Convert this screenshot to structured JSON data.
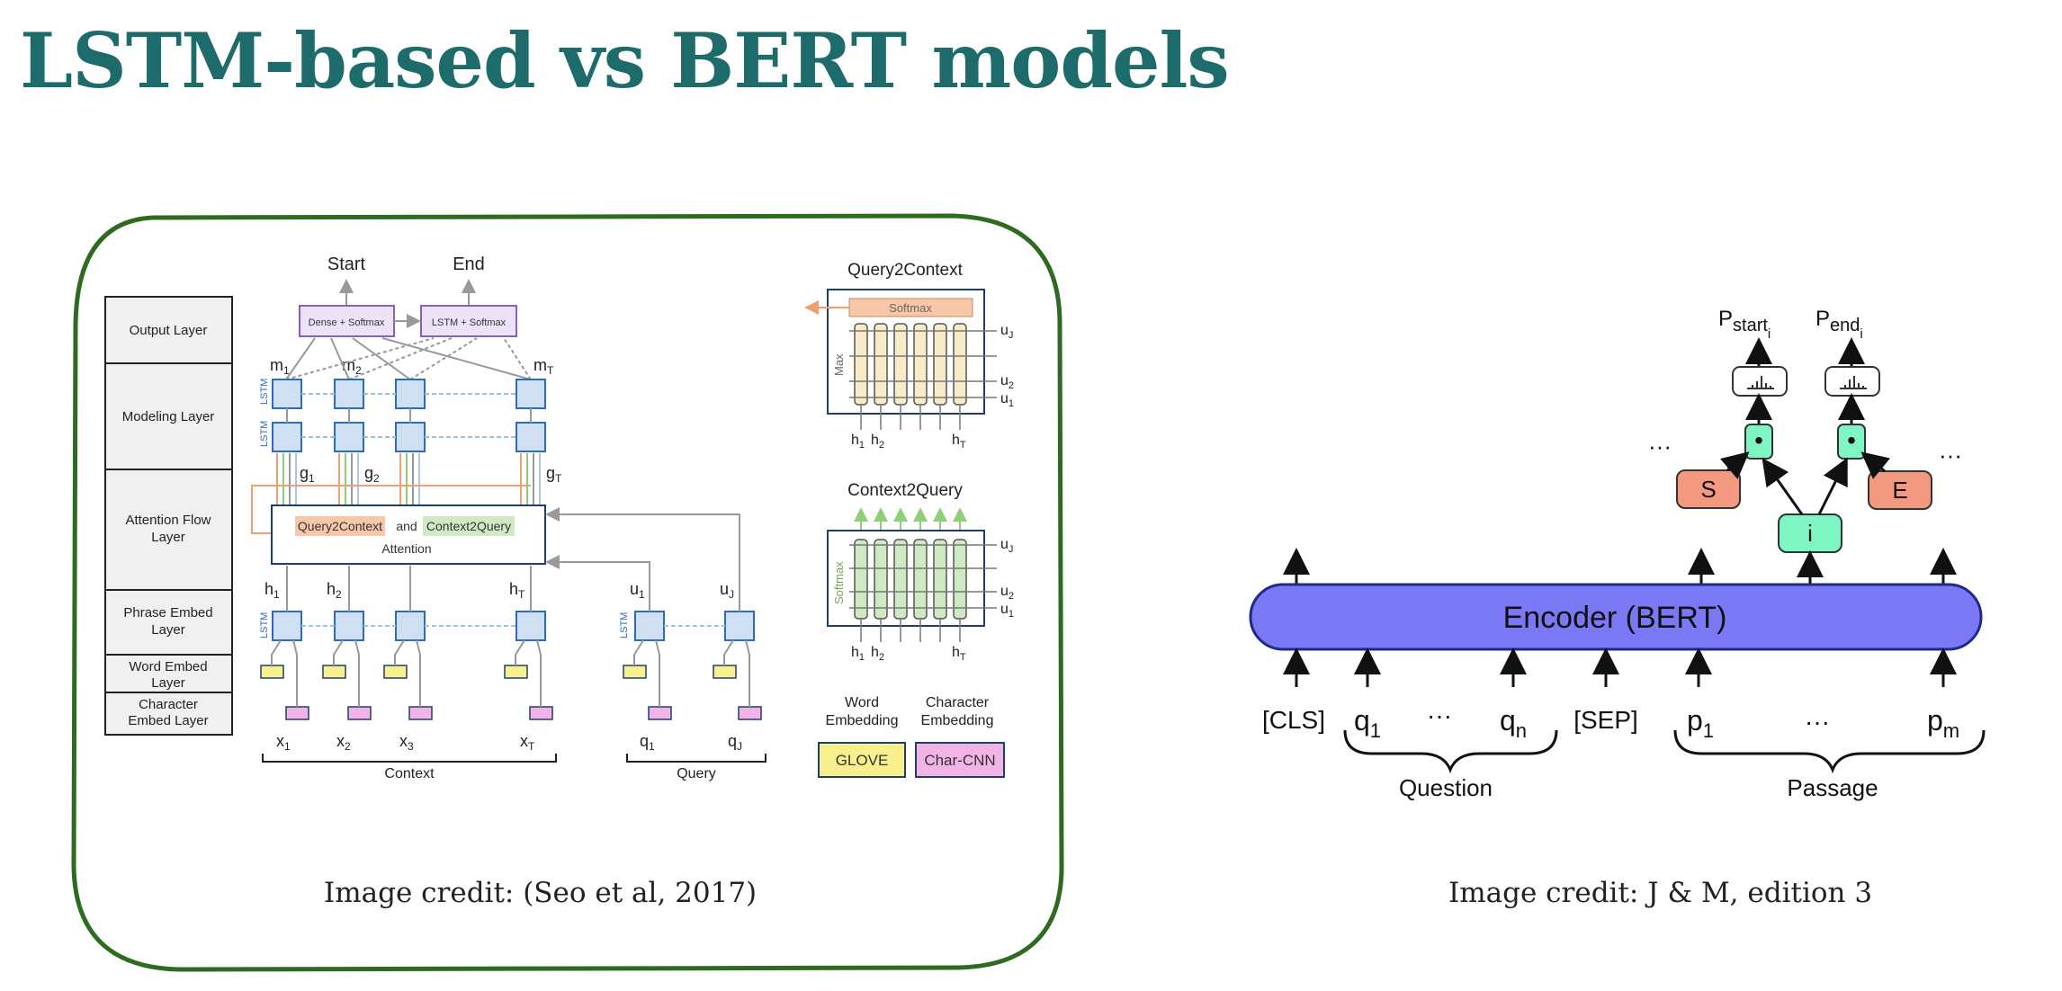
{
  "slide": {
    "title": "LSTM-based vs BERT models",
    "left_credit": "Image credit: (Seo et al, 2017)",
    "right_credit": "Image credit: J & M, edition 3"
  },
  "bidaf": {
    "layers": [
      "Output Layer",
      "Modeling Layer",
      "Attention Flow",
      "Layer",
      "Phrase Embed",
      "Layer",
      "Word Embed",
      "Layer",
      "Character",
      "Embed Layer"
    ],
    "start": "Start",
    "end": "End",
    "dense_softmax": "Dense + Softmax",
    "lstm_softmax": "LSTM + Softmax",
    "lstm_tag": "LSTM",
    "m_labels": [
      "m",
      "m",
      "m"
    ],
    "m_subs": [
      "1",
      "2",
      "T"
    ],
    "g_labels": [
      "g",
      "g",
      "g"
    ],
    "g_subs": [
      "1",
      "2",
      "T"
    ],
    "h_labels": [
      "h",
      "h",
      "h"
    ],
    "h_subs": [
      "1",
      "2",
      "T"
    ],
    "u_labels": [
      "u",
      "u"
    ],
    "u_subs": [
      "1",
      "J"
    ],
    "x_labels": [
      "x",
      "x",
      "x",
      "x"
    ],
    "x_subs": [
      "1",
      "2",
      "3",
      "T"
    ],
    "q_labels": [
      "q",
      "q"
    ],
    "q_subs": [
      "1",
      "J"
    ],
    "q2c_chip": "Query2Context",
    "and_word": "and",
    "c2q_chip": "Context2Query",
    "attention": "Attention",
    "context": "Context",
    "query": "Query",
    "q2c_title": "Query2Context",
    "c2q_title": "Context2Query",
    "softmax": "Softmax",
    "max": "Max",
    "legend_word": [
      "Word",
      "Embedding"
    ],
    "legend_char": [
      "Character",
      "Embedding"
    ],
    "glove": "GLOVE",
    "charcnn": "Char-CNN",
    "colors": {
      "lstm_cell": "#cfe0f3",
      "word_embed": "#f7f08c",
      "char_embed": "#f2b4e6",
      "q2c": "#f6c7a8",
      "c2q": "#cfe9c3",
      "purple_box": "#8a5cc7"
    }
  },
  "bert": {
    "encoder": "Encoder (BERT)",
    "tokens": [
      "[CLS]",
      "q",
      "···",
      "q",
      "[SEP]",
      "p",
      "···",
      "p"
    ],
    "token_subs": [
      "",
      "1",
      "",
      "n",
      "",
      "1",
      "",
      "m"
    ],
    "question": "Question",
    "passage": "Passage",
    "s": "S",
    "e": "E",
    "i": "i",
    "dot": "•",
    "dots": "···",
    "p_start": "P",
    "p_start_sub": "start",
    "p_start_subsub": "i",
    "p_end": "P",
    "p_end_sub": "end",
    "p_end_subsub": "i",
    "colors": {
      "encoder": "#7b78f5",
      "se_box": "#f2997f",
      "i_box": "#7ff5c3"
    }
  }
}
